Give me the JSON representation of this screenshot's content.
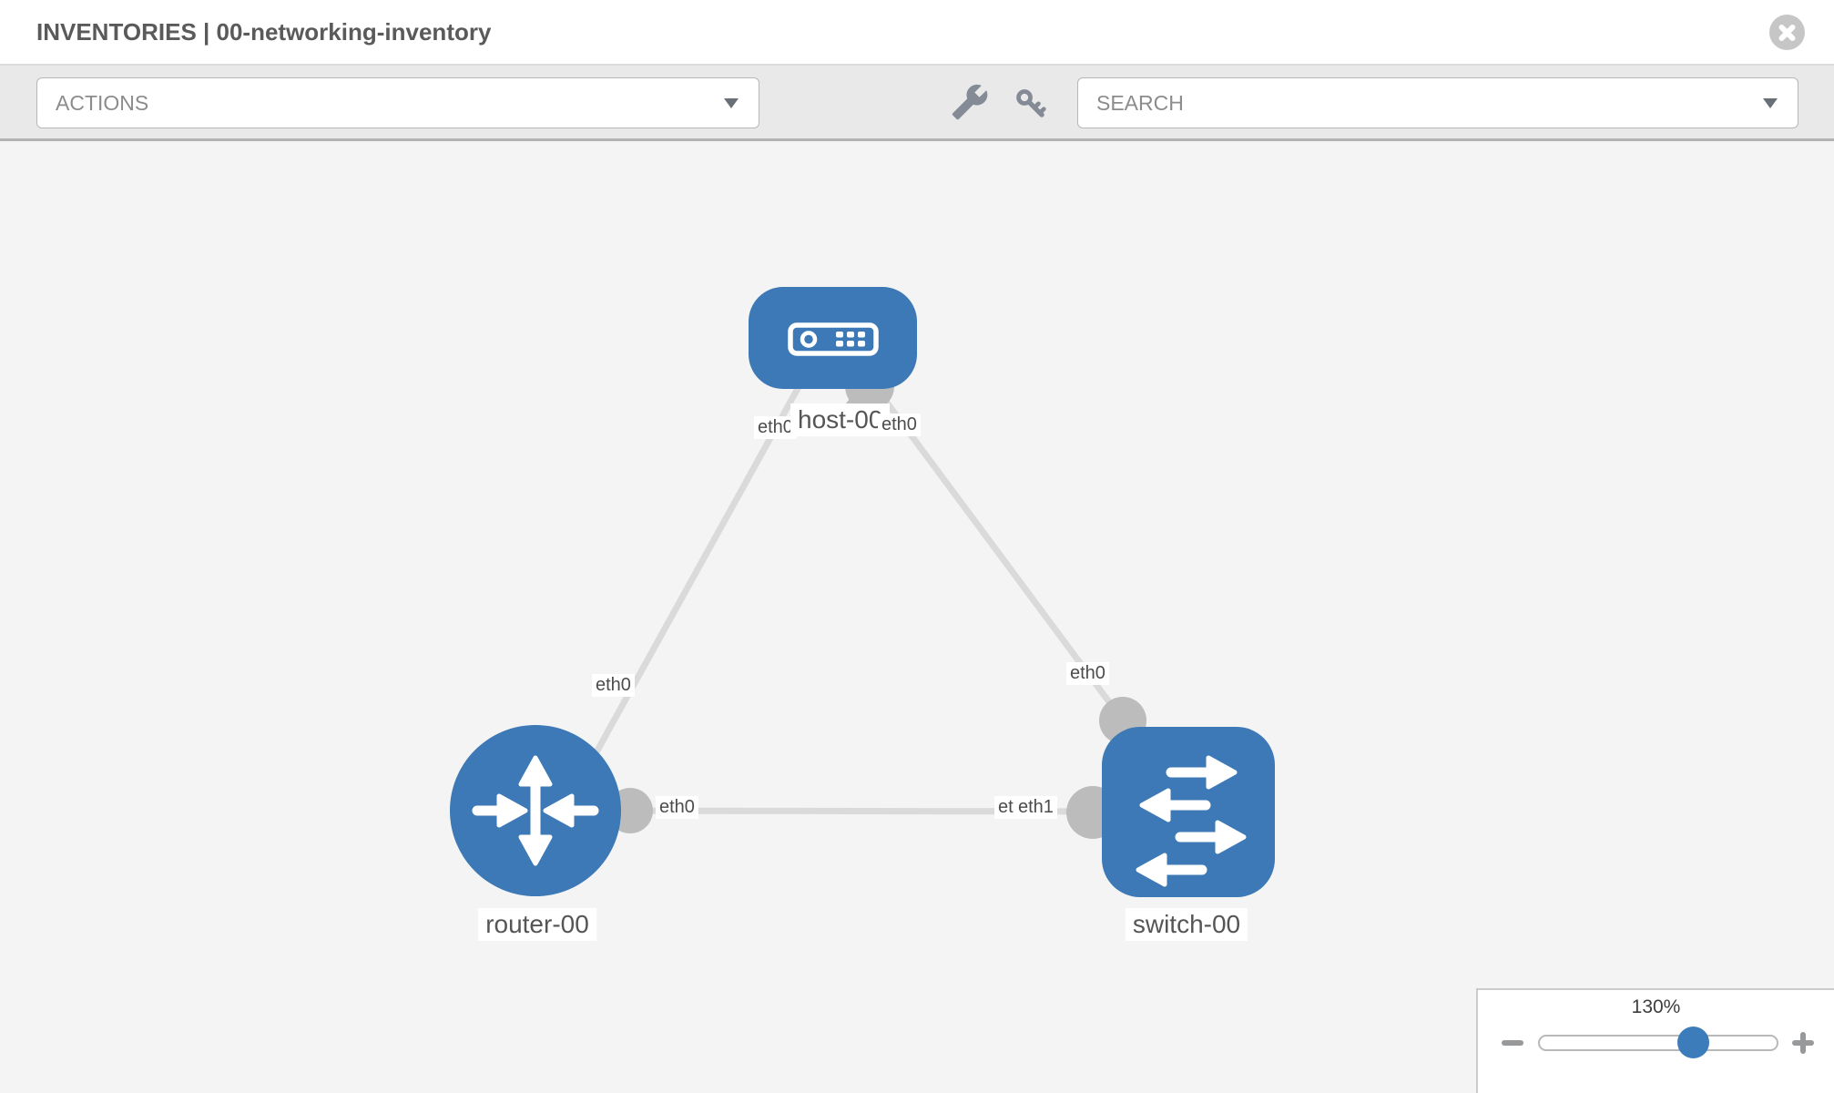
{
  "header": {
    "title": "INVENTORIES | 00-networking-inventory"
  },
  "toolbar": {
    "actions_label": "ACTIONS",
    "search_label": "SEARCH"
  },
  "icons": {
    "close": "x-circle",
    "actions_caret": "caret-down",
    "search_caret": "caret-down",
    "tool_1": "wrench",
    "tool_2": "key",
    "zoom_out": "minus",
    "zoom_in": "plus"
  },
  "topology": {
    "nodes": [
      {
        "label": "host-00",
        "type": "host"
      },
      {
        "label": "router-00",
        "type": "router"
      },
      {
        "label": "switch-00",
        "type": "switch"
      }
    ],
    "links": [
      {
        "from": "host-00",
        "to": "router-00",
        "from_interface": "eth0",
        "to_interface": "eth0"
      },
      {
        "from": "host-00",
        "to": "switch-00",
        "from_interface": "eth0",
        "to_interface": "eth0"
      },
      {
        "from": "router-00",
        "to": "switch-00",
        "from_interface": "eth0",
        "to_interface": "eth1",
        "occluded_interface_label": "eth0"
      }
    ]
  },
  "zoom_control": {
    "level": "130%"
  },
  "colors": {
    "node_blue": "#3c79b6",
    "link_gray": "#dadada",
    "connector_gray": "#bcbcbc",
    "canvas_bg": "#f4f4f4",
    "toolbar_bg": "#e9e9e9",
    "thumb_blue": "#3d7cba"
  }
}
